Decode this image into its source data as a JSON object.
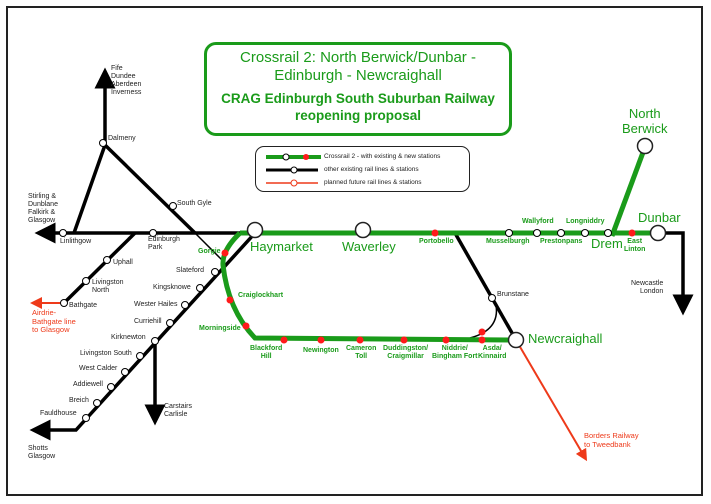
{
  "title": {
    "line1": "Crossrail 2: North Berwick/Dunbar -",
    "line2": "Edinburgh - Newcraighall",
    "line3": "CRAG Edinburgh South Suburban Railway",
    "line4": "reopening proposal"
  },
  "legend": [
    {
      "label": "Crossrail 2 - with existing & new stations",
      "color": "#1a9b1a"
    },
    {
      "label": "other existing rail lines & stations",
      "color": "#000000"
    },
    {
      "label": "planned future rail lines & stations",
      "color": "#ee3a1a"
    }
  ],
  "colors": {
    "crossrail": "#1a9b1a",
    "existing": "#000000",
    "planned": "#ee3a1a",
    "new_station": "#ff1a1a"
  },
  "destinations": {
    "north": [
      "Fife",
      "Dundee",
      "Aberdeen",
      "Inverness"
    ],
    "west": [
      "Stirling &",
      "Dunblane",
      "Falkirk &",
      "Glasgow"
    ],
    "airdrie": [
      "Airdrie-",
      "Bathgate line",
      "to Glasgow"
    ],
    "shotts": [
      "Shotts",
      "Glasgow"
    ],
    "carstairs": [
      "Carstairs",
      "Carlisle"
    ],
    "newcastle": [
      "Newcastle",
      "London"
    ],
    "borders": [
      "Borders Railway",
      "to Tweedbank"
    ]
  },
  "stations": {
    "dalmeny": "Dalmeny",
    "south_gyle": "South Gyle",
    "linlithgow": "Linlithgow",
    "edinburgh_park": [
      "Edinburgh",
      "Park"
    ],
    "uphall": "Uphall",
    "livingston_north": [
      "Livingston",
      "North"
    ],
    "bathgate": "Bathgate",
    "slateford": "Slateford",
    "kingsknowe": "Kingsknowe",
    "wester_hailes": "Wester Hailes",
    "curriehill": "Curriehill",
    "kirknewton": "Kirknewton",
    "livingston_south": "Livingston South",
    "west_calder": "West Calder",
    "addiewell": "Addiewell",
    "breich": "Breich",
    "fauldhouse": "Fauldhouse",
    "gorgie": "Gorgie",
    "haymarket": "Haymarket",
    "waverley": "Waverley",
    "portobello": "Portobello",
    "musselburgh": "Musselburgh",
    "wallyford": "Wallyford",
    "prestonpans": "Prestonpans",
    "longniddry": "Longniddry",
    "drem": "Drem",
    "east_linton": [
      "East",
      "Linton"
    ],
    "dunbar": "Dunbar",
    "north_berwick": [
      "North",
      "Berwick"
    ],
    "craiglockhart": "Craiglockhart",
    "morningside": "Morningside",
    "blackford_hill": [
      "Blackford",
      "Hill"
    ],
    "newington": "Newington",
    "cameron_toll": [
      "Cameron",
      "Toll"
    ],
    "duddingston": [
      "Duddingston/",
      "Craigmillar"
    ],
    "niddrie": [
      "Niddrie/",
      "Bingham Fort"
    ],
    "asda": [
      "Asda/",
      "Kinnaird"
    ],
    "brunstane": "Brunstane",
    "newcraighall": "Newcraighall"
  }
}
